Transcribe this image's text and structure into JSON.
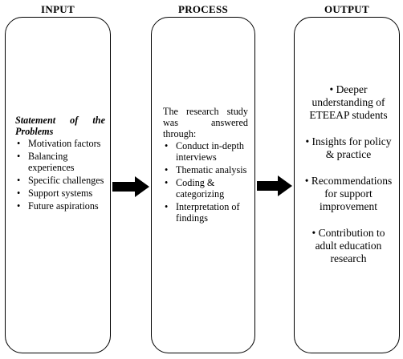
{
  "headings": {
    "input": "INPUT",
    "process": "PROCESS",
    "output": "OUTPUT"
  },
  "input": {
    "title_line1": "Statement of the",
    "title_line2": "Problems",
    "items": [
      "Motivation factors",
      "Balancing experiences",
      "Specific challenges",
      "Support systems",
      "Future aspirations"
    ]
  },
  "process": {
    "intro_line1": "The research study",
    "intro_line2": "was answered",
    "intro_line3": "through:",
    "items": [
      "Conduct in-depth interviews",
      "Thematic analysis",
      "Coding & categorizing",
      "Interpretation of findings"
    ]
  },
  "output": {
    "items": [
      "Deeper understanding of ETEEAP students",
      "Insights for policy & practice",
      "Recommendations for support improvement",
      "Contribution to adult education research"
    ]
  },
  "colors": {
    "border": "#000000",
    "arrow": "#000000",
    "background": "#ffffff"
  }
}
